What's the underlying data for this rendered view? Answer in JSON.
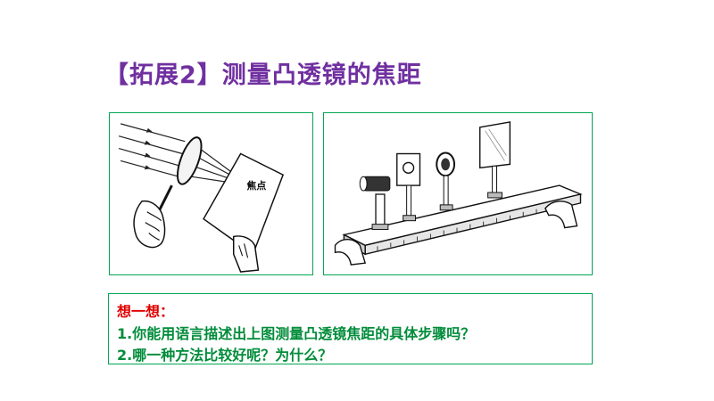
{
  "title": "【拓展2】测量凸透镜的焦距",
  "figure_left": {
    "focus_label": "焦点"
  },
  "question_box": {
    "heading": "想一想：",
    "questions": [
      "1.你能用语言描述出上图测量凸透镜焦距的具体步骤吗？",
      "2.哪一种方法比较好呢？为什么？"
    ]
  },
  "colors": {
    "title": "#7030a0",
    "border": "#00a651",
    "heading": "#e00000",
    "questions": "#008c3a"
  }
}
